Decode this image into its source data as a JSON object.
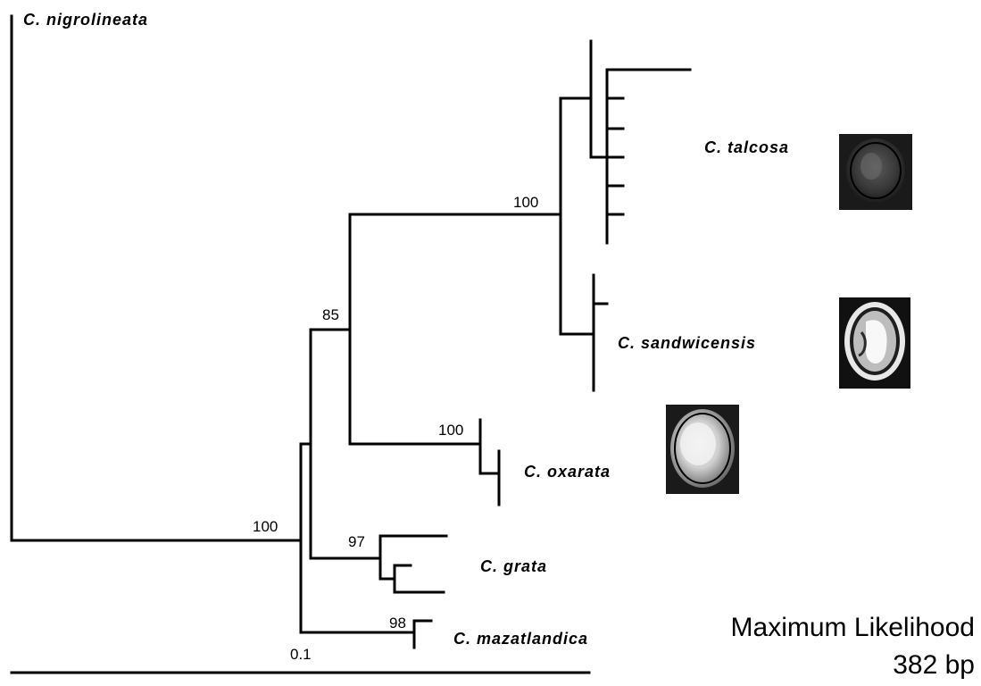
{
  "taxa": {
    "outgroup": "C. nigrolineata",
    "talcosa": "C. talcosa",
    "sandwicensis": "C. sandwicensis",
    "oxarata": "C. oxarata",
    "grata": "C. grata",
    "mazatlandica": "C. mazatlandica"
  },
  "support": {
    "root": "100",
    "clade_85": "85",
    "talcosa_sandwicensis": "100",
    "oxarata": "100",
    "grata": "97",
    "mazatlandica": "98"
  },
  "scale_bar": {
    "label": "0.1"
  },
  "method": {
    "line1": "Maximum Likelihood",
    "line2": "382 bp"
  },
  "shell_images": [
    "talcosa-shell-photo",
    "sandwicensis-shell-photo",
    "oxarata-shell-photo"
  ]
}
